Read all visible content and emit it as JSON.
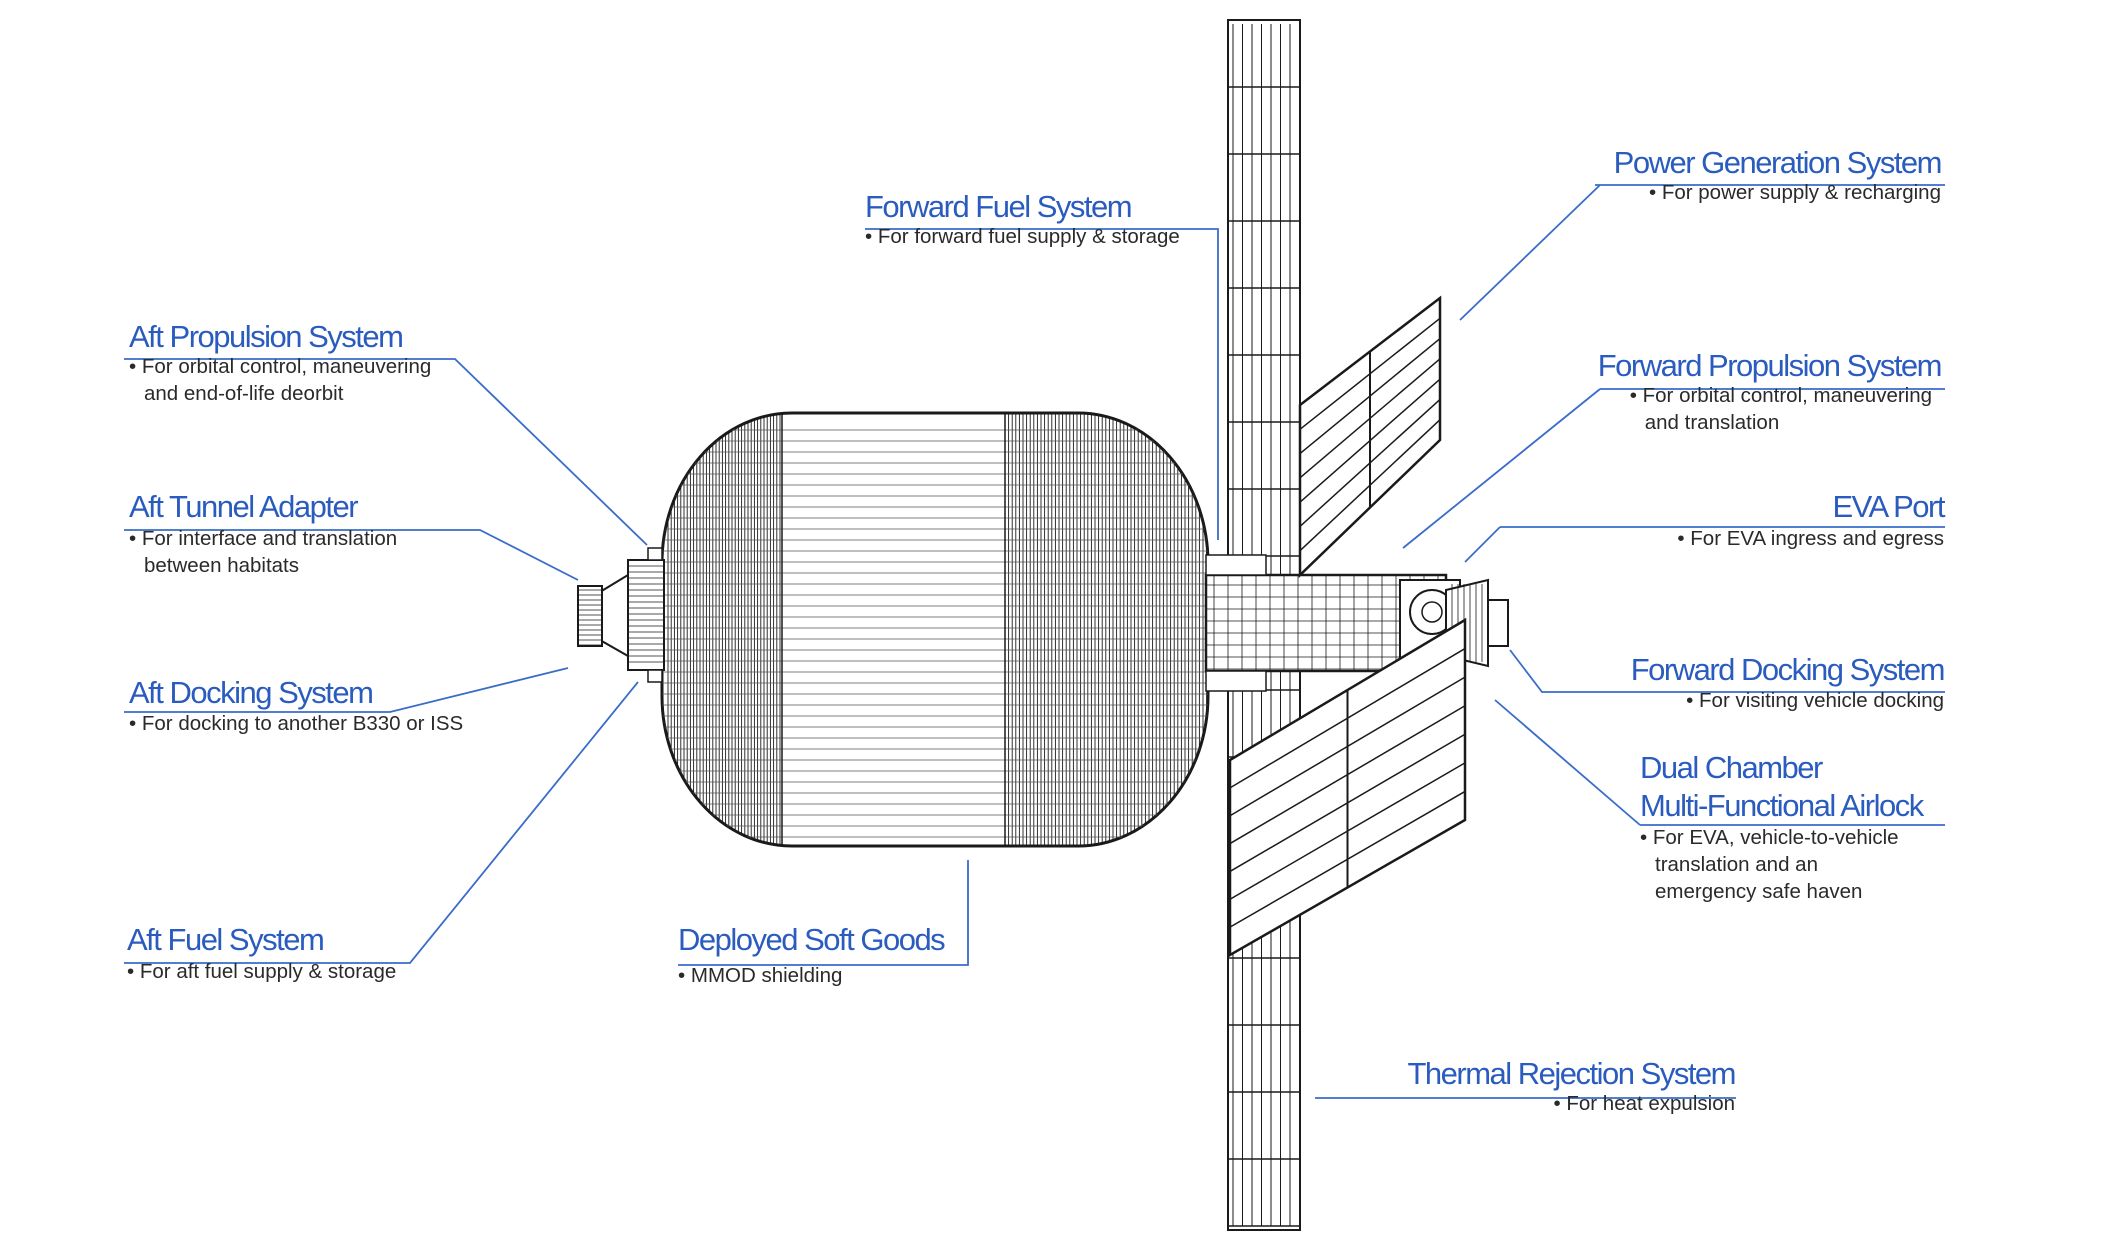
{
  "labels": {
    "forward_fuel": {
      "title": "Forward Fuel System",
      "desc": "• For forward fuel supply & storage"
    },
    "power_generation": {
      "title": "Power Generation System",
      "desc": "• For power supply & recharging"
    },
    "aft_propulsion": {
      "title": "Aft Propulsion System",
      "desc1": "• For orbital control, maneuvering",
      "desc2": "and end-of-life deorbit"
    },
    "forward_propulsion": {
      "title": "Forward Propulsion System",
      "desc1": "• For orbital control, maneuvering",
      "desc2": "and translation"
    },
    "aft_tunnel_adapter": {
      "title": "Aft Tunnel Adapter",
      "desc1": "• For interface and translation",
      "desc2": "between habitats"
    },
    "eva_port": {
      "title": "EVA Port",
      "desc": "• For EVA ingress and egress"
    },
    "aft_docking": {
      "title": "Aft Docking System",
      "desc": "• For docking to another B330 or ISS"
    },
    "forward_docking": {
      "title": "Forward Docking System",
      "desc": "• For visiting vehicle docking"
    },
    "airlock": {
      "title1": "Dual Chamber",
      "title2": "Multi-Functional Airlock",
      "desc1": "• For EVA, vehicle-to-vehicle",
      "desc2": "translation and an",
      "desc3": "emergency safe haven"
    },
    "aft_fuel": {
      "title": "Aft Fuel System",
      "desc": "• For aft fuel supply & storage"
    },
    "soft_goods": {
      "title": "Deployed Soft Goods",
      "desc": "• MMOD shielding"
    },
    "thermal_rejection": {
      "title": "Thermal Rejection System",
      "desc": "• For heat expulsion"
    }
  },
  "colors": {
    "accent": "#2a5bbf",
    "leader": "#3a6cc9",
    "drawing": "#1a1a1a"
  }
}
